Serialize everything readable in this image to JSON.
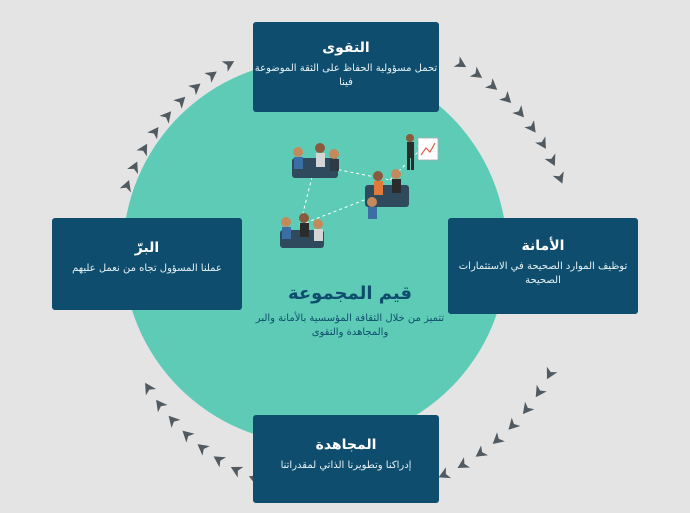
{
  "values": [
    {
      "title": "التقوى",
      "desc": "تحمل مسؤولية الحفاظ على الثقة الموضوعة فينا"
    },
    {
      "title": "الأمانة",
      "desc": "توظيف الموارد الصحيحة في الاستثمارات الصحيحة"
    },
    {
      "title": "المجاهدة",
      "desc": "إدراكنا وتطويرنا الذاتي لمقدراتنا"
    },
    {
      "title": "البرّ",
      "desc": "عملنا المسؤول تجاه من نعمل عليهم"
    }
  ],
  "center": {
    "title": "قيم المجموعة",
    "desc": "تتميز من خلال الثقافة المؤسسية بالأمانة والبر والمجاهدة والتقوى"
  },
  "colors": {
    "teal": "#5ecbb6",
    "navy": "#0f4d6e",
    "arrow": "#505a60",
    "background": "#e4e4e4"
  },
  "icons": [
    "chevron-arrow-icon",
    "team-meeting-illustration"
  ]
}
